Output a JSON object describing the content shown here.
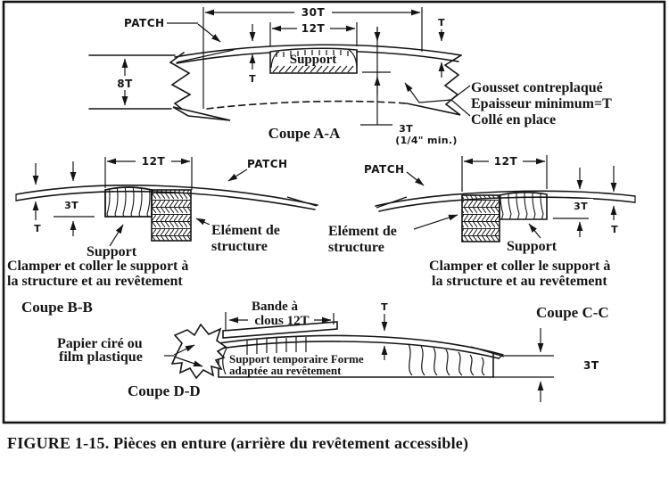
{
  "colors": {
    "ink": "#151515",
    "background": "#ffffff"
  },
  "caption": "FIGURE 1-15. Pièces en enture (arrière du revêtement accessible)",
  "aa": {
    "title": "Coupe A-A",
    "patch": "PATCH",
    "dim_30t": "30T",
    "dim_12t": "12T",
    "dim_8t": "8T",
    "dim_t_mid": "T",
    "dim_t_right": "T",
    "support": "Support",
    "dim_3t": "3T",
    "dim_3t_min": "(1/4\" min.)",
    "gusset_1": "Gousset contreplaqué",
    "gusset_2": "Epaisseur minimum=T",
    "gusset_3": "Collé en place"
  },
  "bb": {
    "title": "Coupe B-B",
    "patch": "PATCH",
    "dim_12t": "12T",
    "dim_3t": "3T",
    "dim_t": "T",
    "support": "Support",
    "element_1": "Elément de",
    "element_2": "structure",
    "note_1": "Clamper et coller le support à",
    "note_2": "la structure et au revêtement"
  },
  "cc": {
    "title": "Coupe C-C",
    "patch": "PATCH",
    "dim_12t": "12T",
    "dim_3t": "3T",
    "dim_t": "T",
    "support": "Support",
    "element_1": "Elément de",
    "element_2": "structure",
    "note_1": "Clamper et coller le support à",
    "note_2": "la structure et au revêtement"
  },
  "dd": {
    "title": "Coupe D-D",
    "nail_strip_1": "Bande à",
    "nail_strip_2": "clous 12T",
    "dim_t": "T",
    "dim_3t": "3T",
    "paper_1": "Papier ciré ou",
    "paper_2": "film plastique",
    "backing_1": "Support temporaire Forme",
    "backing_2": "adaptée au revêtement"
  }
}
